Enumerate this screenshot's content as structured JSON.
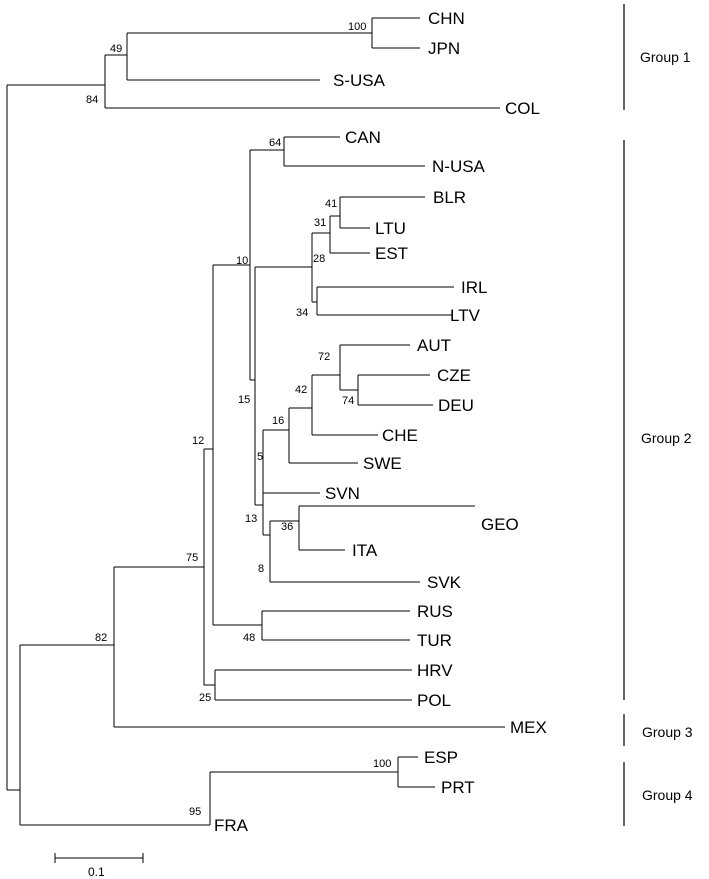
{
  "tree": {
    "leaves": [
      "CHN",
      "JPN",
      "S-USA",
      "COL",
      "CAN",
      "N-USA",
      "BLR",
      "LTU",
      "EST",
      "IRL",
      "LTV",
      "AUT",
      "CZE",
      "DEU",
      "CHE",
      "SWE",
      "SVN",
      "GEO",
      "ITA",
      "SVK",
      "RUS",
      "TUR",
      "HRV",
      "POL",
      "MEX",
      "ESP",
      "PRT",
      "FRA"
    ],
    "bootstrap": [
      "100",
      "49",
      "84",
      "64",
      "41",
      "31",
      "28",
      "34",
      "10",
      "72",
      "74",
      "42",
      "16",
      "15",
      "5",
      "36",
      "13",
      "8",
      "12",
      "48",
      "25",
      "75",
      "82",
      "100",
      "95"
    ]
  },
  "groups": [
    {
      "label": "Group 1"
    },
    {
      "label": "Group 2"
    },
    {
      "label": "Group 3"
    },
    {
      "label": "Group 4"
    }
  ],
  "scale": {
    "label": "0.1"
  }
}
